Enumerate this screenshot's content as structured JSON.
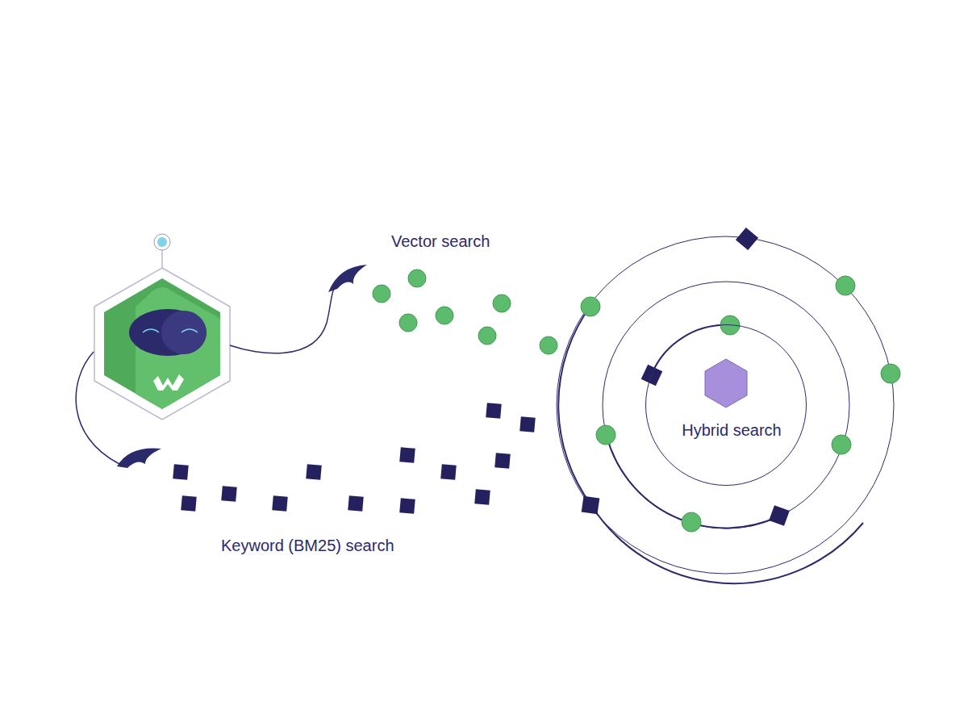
{
  "diagram": {
    "nodes": [
      {
        "text": [
          "Hybrid search"
        ]
      }
    ],
    "labels": [
      "Vector search",
      "Keyword (BM25) search"
    ]
  }
}
